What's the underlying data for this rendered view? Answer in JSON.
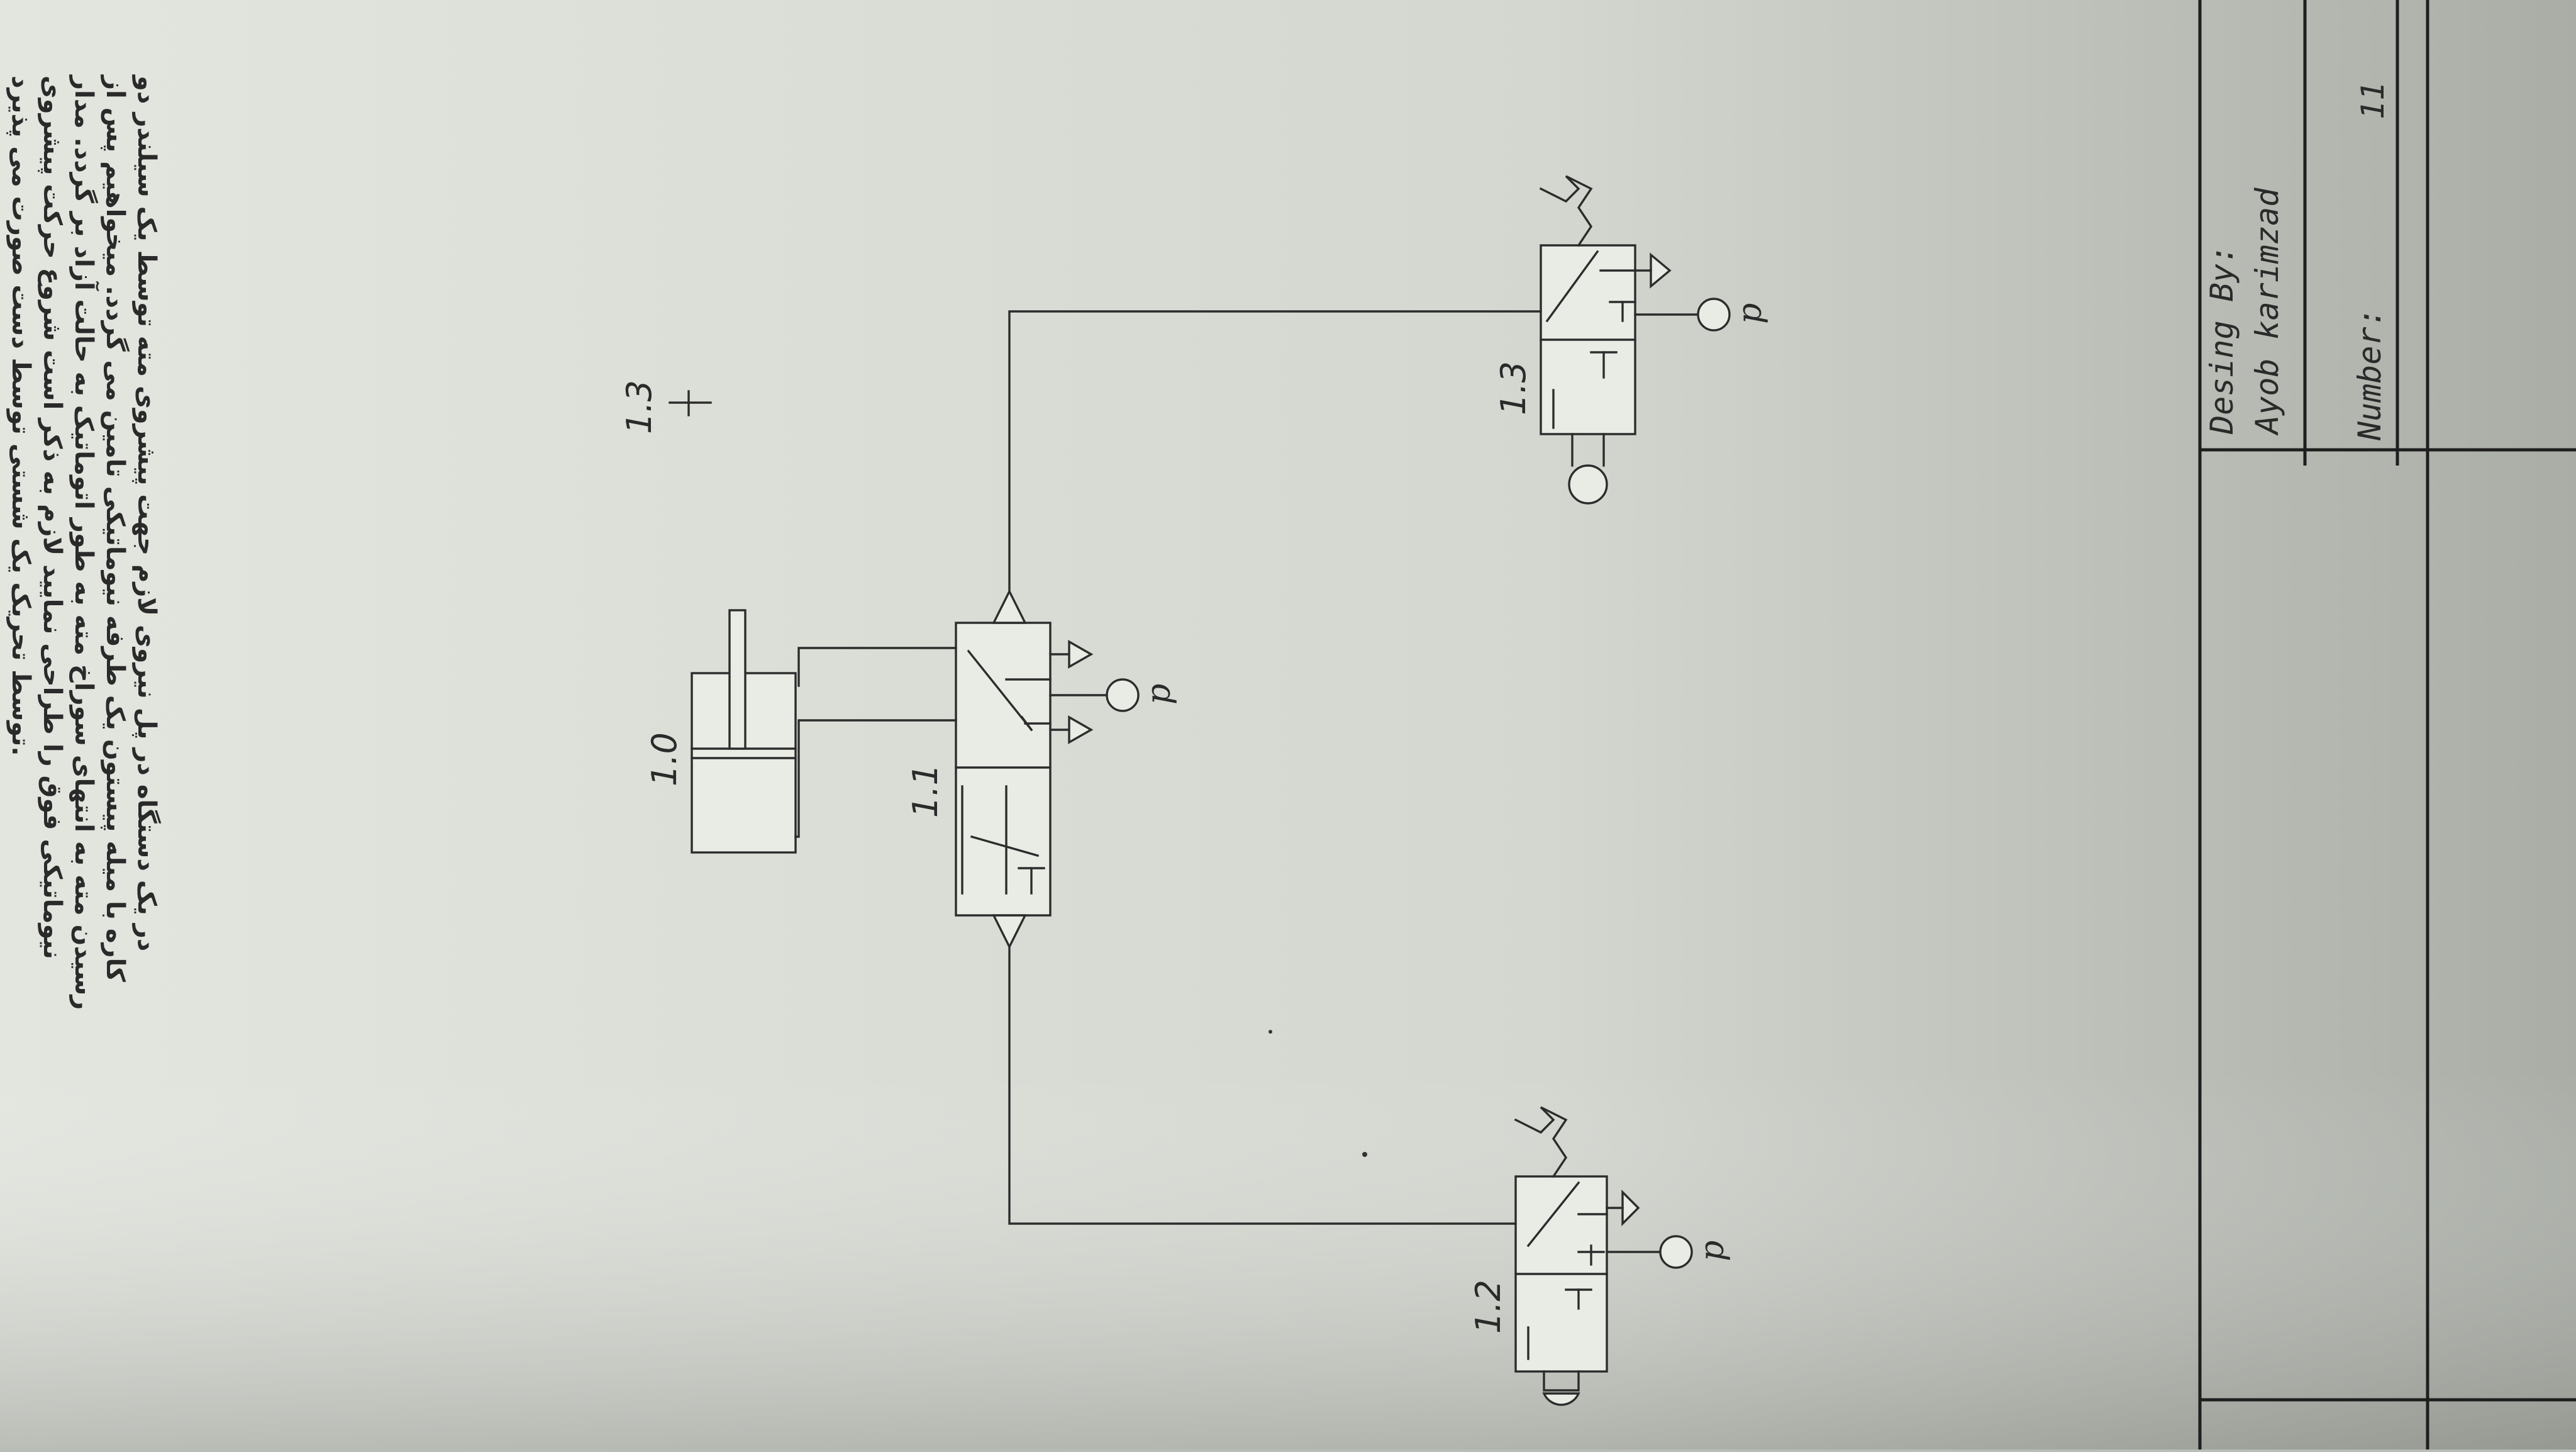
{
  "problem_text_lines": [
    "در یک دستگاه در پل نیروی لازم جهت پیشروی مته توسط یک سیلندر دو",
    "کاره با میله پیستون یک طرفه نیوماتیکی تامین می گردد. میخواهیم پس از",
    "رسیدن مته به انتهای سوراخ مته به طور اتوماتیک به حالت آزاد بر گردد. مدار",
    "نیوماتیکی فوق را طراحی نمایید لازم به ذکر است شروع حرکت پیشروی",
    "توسط تحریک یک شستی توسط دست صورت می پذیرد."
  ],
  "components": {
    "cylinder": {
      "label": "1.0"
    },
    "main_valve": {
      "label": "1.1"
    },
    "push_button_valve": {
      "label": "1.2"
    },
    "limit_valve": {
      "label": "1.3"
    },
    "limit_marker": {
      "label": "1.3"
    },
    "pressure_symbol": "p"
  },
  "title_block": {
    "designed_by_label": "Desing By:",
    "designer": "Ayob karimzad",
    "number_label": "Number:",
    "number_value": "11"
  }
}
